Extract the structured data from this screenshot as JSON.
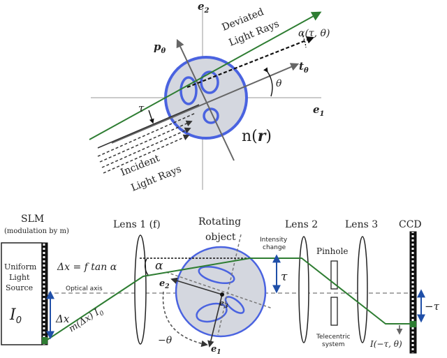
{
  "top": {
    "axis_e2": "e",
    "axis_e2_sub": "2",
    "axis_e1": "e",
    "axis_e1_sub": "1",
    "p_theta": "p",
    "p_theta_sub": "θ",
    "t_theta": "t",
    "t_theta_sub": "θ",
    "deviated_line1": "Deviated",
    "deviated_line2": "Light Rays",
    "alpha_label": "α(τ, θ)",
    "theta_label": "θ",
    "tau_label": "τ",
    "n_label": "n(",
    "n_r": "r",
    "n_close": ")",
    "incident_line1": "Incident",
    "incident_line2": "Light Rays"
  },
  "bottom": {
    "slm_title": "SLM",
    "slm_sub": "(modulation by m)",
    "source_line1": "Uniform",
    "source_line2": "Light",
    "source_line3": "Source",
    "source_I0": "I",
    "source_I0_sub": "0",
    "lens1": "Lens 1 (f)",
    "rotating_line1": "Rotating",
    "rotating_line2": "object",
    "intensity_line1": "Intensity",
    "intensity_line2": "change",
    "lens2": "Lens 2",
    "pinhole": "Pinhole",
    "lens3": "Lens 3",
    "ccd": "CCD",
    "delta_x_eq": "Δx = f tan α",
    "optical_axis": "Optical axis",
    "delta_x": "Δx",
    "m_label": "m(Δx) I",
    "m_label_sub": "0",
    "alpha": "α",
    "tau": "τ",
    "e2": "e",
    "e2_sub": "2",
    "e3": "e",
    "e3_sub": "3",
    "e1": "e",
    "e1_sub": "1",
    "neg_theta": "−θ",
    "neg_tau": "−τ",
    "telecentric_line1": "Telecentric",
    "telecentric_line2": "system",
    "I_out": "I(−τ, θ)"
  },
  "colors": {
    "green": "#2e7d32",
    "blue": "#4a63e0",
    "disk_fill": "#d4d7df",
    "dark_blue": "#1f4fa8",
    "gray": "#666666"
  }
}
